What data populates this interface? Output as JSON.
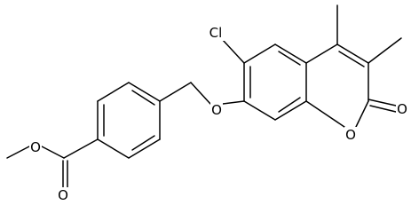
{
  "diagram": {
    "atom_labels": {
      "cl": "Cl",
      "ether_o": "O",
      "ring_o": "O",
      "lactone_carbonyl_o": "O",
      "ester_o": "O",
      "ester_carbonyl_o": "O"
    },
    "colors": {
      "bond": "#000000",
      "label": "#000000",
      "background": "#ffffff"
    }
  }
}
